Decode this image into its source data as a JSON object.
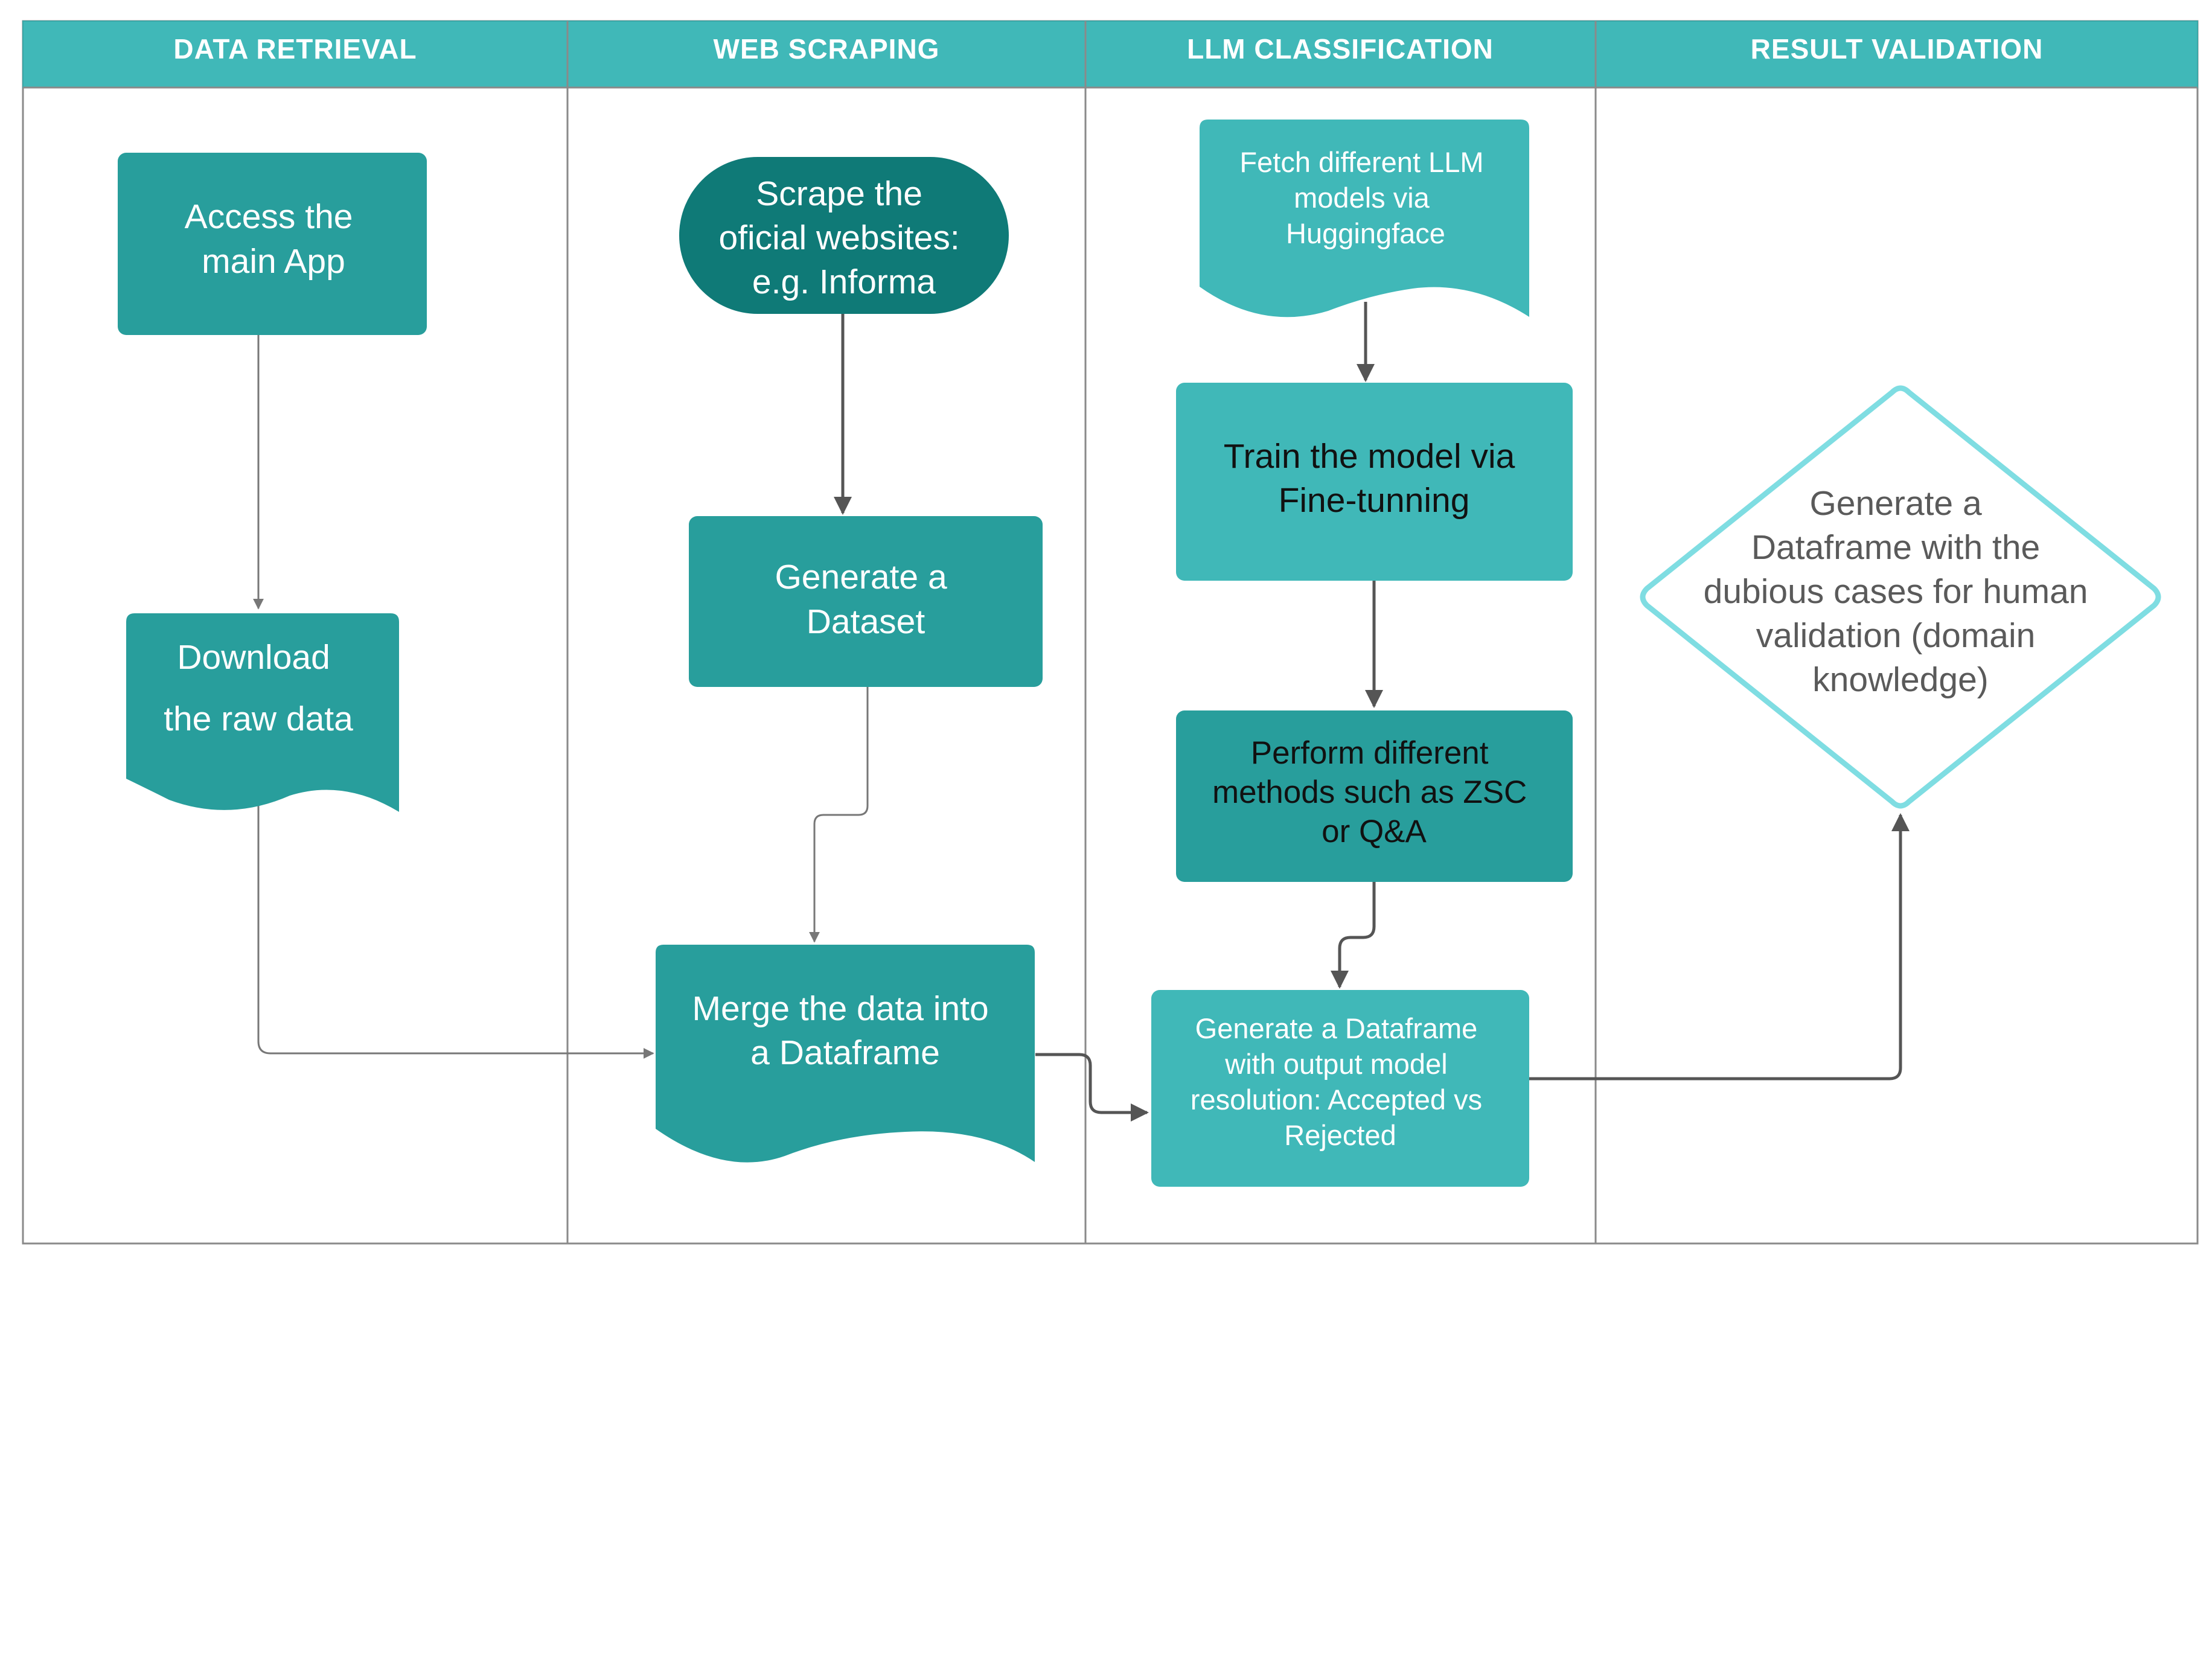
{
  "colors": {
    "header": "#40b8b8",
    "teal": "#289e9c",
    "teal_light": "#40b8b8",
    "teal_dark": "#0f7a77",
    "diamond_stroke": "#7fdde2",
    "arrow_dark": "#555555",
    "arrow_light": "#808080",
    "lane_border": "#8a8a8a"
  },
  "lanes": [
    {
      "title": "DATA RETRIEVAL"
    },
    {
      "title": "WEB SCRAPING"
    },
    {
      "title": "LLM CLASSIFICATION"
    },
    {
      "title": "RESULT VALIDATION"
    }
  ],
  "nodes": {
    "access_app": {
      "lines": [
        "Access the",
        "main App"
      ]
    },
    "download_raw": {
      "lines": [
        "Download",
        "the raw data"
      ]
    },
    "scrape_sites": {
      "lines": [
        "Scrape the",
        "oficial websites:",
        "e.g. Informa"
      ]
    },
    "generate_dataset": {
      "lines": [
        "Generate a",
        "Dataset"
      ]
    },
    "merge_dataframe": {
      "lines": [
        "Merge the data into",
        "a Dataframe"
      ]
    },
    "fetch_llm": {
      "lines": [
        "Fetch different LLM",
        "models via",
        "Huggingface"
      ]
    },
    "train_model": {
      "lines": [
        "Train the model via",
        "Fine-tunning"
      ]
    },
    "perform_methods": {
      "lines": [
        "Perform different",
        "methods such as ZSC",
        "or Q&A"
      ]
    },
    "generate_output_df": {
      "lines": [
        "Generate a Dataframe",
        "with output model",
        "resolution: Accepted vs",
        "Rejected"
      ]
    },
    "dubious_cases": {
      "lines": [
        "Generate a",
        "Dataframe with the",
        "dubious cases for human",
        "validation (domain",
        "knowledge)"
      ]
    }
  }
}
